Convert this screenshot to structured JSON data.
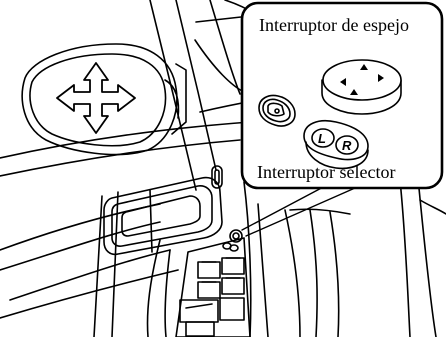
{
  "callout": {
    "mirror_switch_label": "Interruptor de espejo",
    "selector_switch_label": "Interruptor selector",
    "selector_left_key": "L",
    "selector_right_key": "R"
  },
  "colors": {
    "line": "#000000",
    "background": "#ffffff"
  },
  "icons": {
    "mirror_glass": "four-way-arrow-icon",
    "mirror_switch": "four-way-dial-icon",
    "fold_button": "mirror-fold-icon"
  }
}
